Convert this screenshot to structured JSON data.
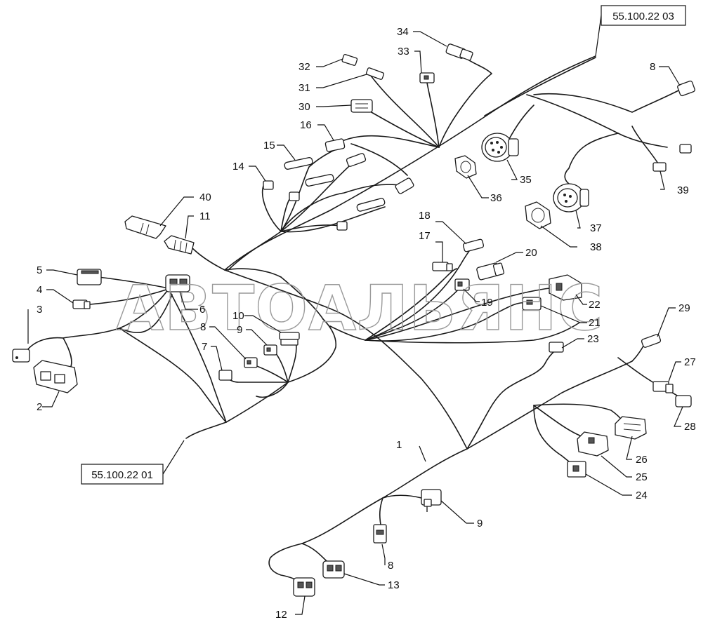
{
  "references": {
    "top_right": "55.100.22 03",
    "bottom_left": "55.100.22 01"
  },
  "watermark": "АВТОАЛЬЯНС",
  "labels": {
    "n1": "1",
    "n2": "2",
    "n3": "3",
    "n4": "4",
    "n5": "5",
    "n6": "6",
    "n7": "7",
    "n8a": "8",
    "n8b": "8",
    "n8c": "8",
    "n9a": "9",
    "n9b": "9",
    "n10": "10",
    "n11": "11",
    "n12": "12",
    "n13": "13",
    "n14": "14",
    "n15": "15",
    "n16": "16",
    "n17": "17",
    "n18": "18",
    "n19": "19",
    "n20": "20",
    "n21": "21",
    "n22": "22",
    "n23": "23",
    "n24": "24",
    "n25": "25",
    "n26": "26",
    "n27": "27",
    "n28": "28",
    "n29": "29",
    "n30": "30",
    "n31": "31",
    "n32": "32",
    "n33": "33",
    "n34": "34",
    "n35": "35",
    "n36": "36",
    "n37": "37",
    "n38": "38",
    "n39": "39",
    "n40": "40"
  }
}
